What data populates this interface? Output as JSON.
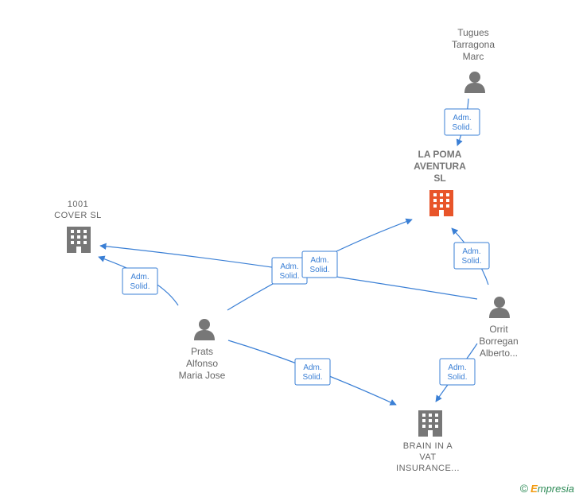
{
  "nodes": {
    "tugues": {
      "label": "Tugues\nTarragona\nMarc",
      "type": "person"
    },
    "la_poma": {
      "label": "LA POMA\nAVENTURA\nSL",
      "type": "company-focus"
    },
    "cover": {
      "label": "1001\nCOVER  SL",
      "type": "company"
    },
    "prats": {
      "label": "Prats\nAlfonso\nMaria Jose",
      "type": "person"
    },
    "orrit": {
      "label": "Orrit\nBorregan\nAlberto...",
      "type": "person"
    },
    "brain": {
      "label": "BRAIN IN A\nVAT\nINSURANCE...",
      "type": "company"
    }
  },
  "edge_label": {
    "line1": "Adm.",
    "line2": "Solid."
  },
  "edges": [
    {
      "from": "tugues",
      "to": "la_poma"
    },
    {
      "from": "orrit",
      "to": "la_poma"
    },
    {
      "from": "prats",
      "to": "la_poma"
    },
    {
      "from": "prats",
      "to": "cover"
    },
    {
      "from": "orrit",
      "to": "cover"
    },
    {
      "from": "prats",
      "to": "brain"
    },
    {
      "from": "orrit",
      "to": "brain"
    }
  ],
  "colors": {
    "edge": "#3a7fd5",
    "node_gray": "#777777",
    "focus": "#e8552a"
  },
  "brand": {
    "copyright": "©",
    "e": "E",
    "rest": "mpresia"
  }
}
